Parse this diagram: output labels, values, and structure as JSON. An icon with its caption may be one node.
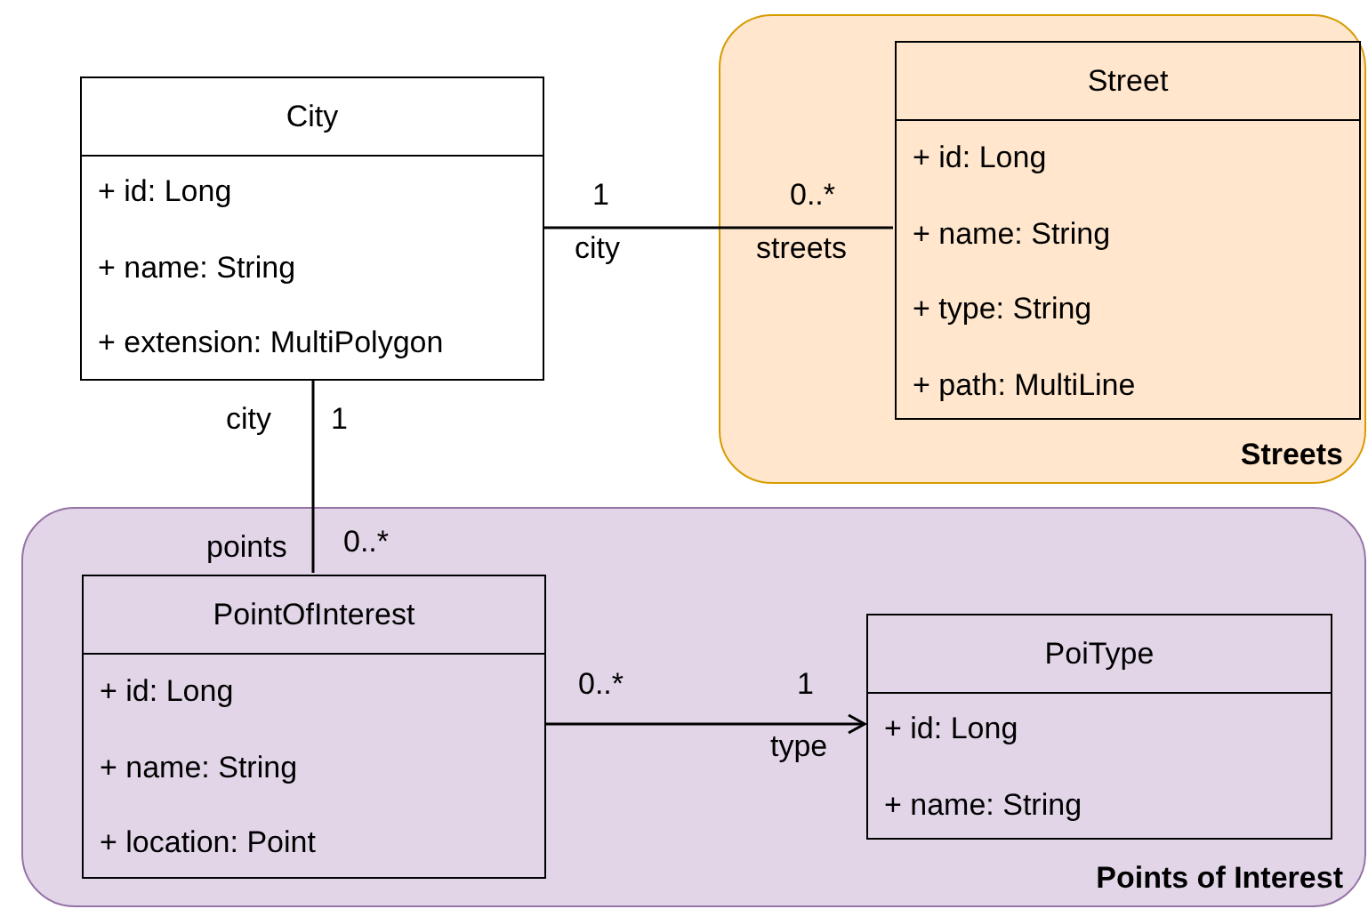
{
  "diagram": {
    "nodes": [
      {
        "text": [
          "City",
          "+ id: Long",
          "+ name: String",
          "+ extension: MultiPolygon"
        ]
      },
      {
        "text": [
          "Streets"
        ]
      },
      {
        "text": [
          "Street",
          "+ id: Long",
          "+ name: String",
          "+ type: String",
          "+ path: MultiLine"
        ],
        "in": 1
      },
      {
        "text": [
          "Points of Interest"
        ]
      },
      {
        "text": [
          "PointOfInterest",
          "+ id: Long",
          "+ name: String",
          "+ location: Point"
        ],
        "in": 3
      },
      {
        "text": [
          "PoiType",
          "+ id: Long",
          "+ name: String"
        ],
        "in": 3
      }
    ],
    "edges": [
      {
        "from": 0,
        "to": 2,
        "arrow": "none"
      },
      {
        "from": 0,
        "to": 4,
        "arrow": "none"
      },
      {
        "from": 4,
        "to": 5,
        "arrow": "to"
      }
    ],
    "labels": [
      "1",
      "0..*",
      "city",
      "streets",
      "city",
      "1",
      "points",
      "0..*",
      "0..*",
      "1",
      "type"
    ]
  }
}
